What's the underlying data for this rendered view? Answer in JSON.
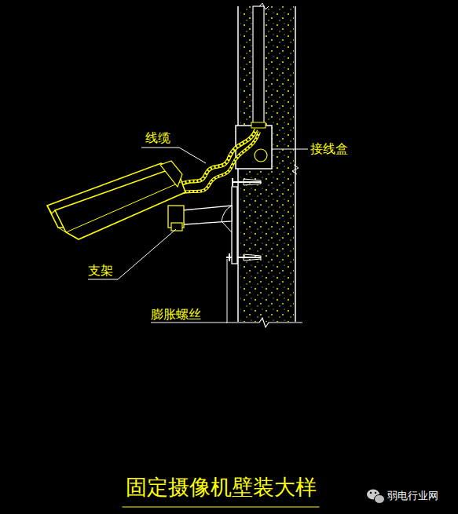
{
  "diagram": {
    "title": "固定摄像机壁装大样",
    "labels": [
      "线缆",
      "接线盒",
      "支架",
      "膨胀螺丝",
      "弱电行业网"
    ]
  }
}
